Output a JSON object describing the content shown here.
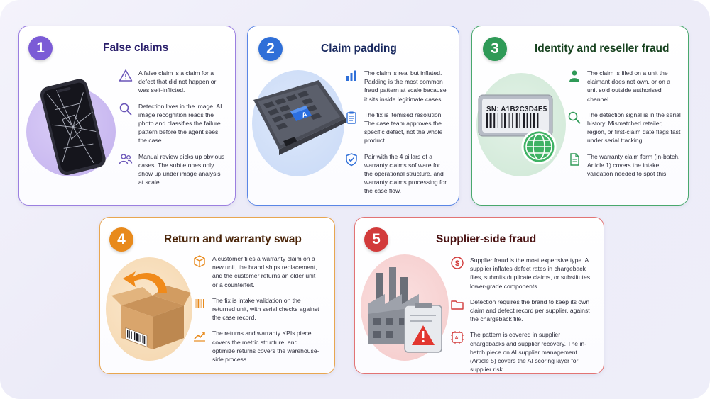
{
  "cards": [
    {
      "number": "1",
      "title": "False claims",
      "accent": "#7b5bd6",
      "items": [
        {
          "icon": "warning-icon",
          "text": "A false claim is a claim for a defect that did not happen or was self-inflicted."
        },
        {
          "icon": "magnifier-icon",
          "text": "Detection lives in the image. AI image recognition reads the photo and classifies the failure pattern before the agent sees the case."
        },
        {
          "icon": "people-icon",
          "text": "Manual review picks up obvious cases. The subtle ones only show up under image analysis at scale."
        }
      ]
    },
    {
      "number": "2",
      "title": "Claim padding",
      "accent": "#2f6fd8",
      "items": [
        {
          "icon": "bar-chart-icon",
          "text": "The claim is real but inflated. Padding is the most common fraud pattern at scale because it sits inside legitimate cases."
        },
        {
          "icon": "clipboard-list-icon",
          "text": "The fix is itemised resolution. The case team approves the specific defect, not the whole product."
        },
        {
          "icon": "shield-check-icon",
          "text": "Pair with the 4 pillars of a warranty claims software for the operational structure, and warranty claims processing for the case flow."
        }
      ]
    },
    {
      "number": "3",
      "title": "Identity and reseller fraud",
      "accent": "#2f9a57",
      "serial": "SN: A1B2C3D4E5",
      "items": [
        {
          "icon": "person-icon",
          "text": "The claim is filed on a unit the claimant does not own, or on a unit sold outside authorised channel."
        },
        {
          "icon": "magnifier-icon",
          "text": "The detection signal is in the serial history. Mismatched retailer, region, or first-claim date flags fast under serial tracking."
        },
        {
          "icon": "document-icon",
          "text": "The warranty claim form (in-batch, Article 1) covers the intake validation needed to spot this."
        }
      ]
    },
    {
      "number": "4",
      "title": "Return and warranty swap",
      "accent": "#e88a1c",
      "items": [
        {
          "icon": "package-icon",
          "text": "A customer files a warranty claim on a new unit, the brand ships replacement, and the customer returns an older unit or a counterfeit."
        },
        {
          "icon": "barcode-icon",
          "text": "The fix is intake validation on the returned unit, with serial checks against the case record."
        },
        {
          "icon": "trend-chart-icon",
          "text": "The returns and warranty KPIs piece covers the metric structure, and optimize returns covers the warehouse-side process."
        }
      ]
    },
    {
      "number": "5",
      "title": "Supplier-side fraud",
      "accent": "#d23b3b",
      "items": [
        {
          "icon": "dollar-icon",
          "text": "Supplier fraud is the most expensive type. A supplier inflates defect rates in chargeback files, submits duplicate claims, or substitutes lower-grade components."
        },
        {
          "icon": "folder-icon",
          "text": "Detection requires the brand to keep its own claim and defect record per supplier, against the chargeback file."
        },
        {
          "icon": "ai-chip-icon",
          "text": "The pattern is covered in supplier chargebacks and supplier recovery. The in-batch piece on AI supplier management (Article 5) covers the AI scoring layer for supplier risk."
        }
      ]
    }
  ]
}
